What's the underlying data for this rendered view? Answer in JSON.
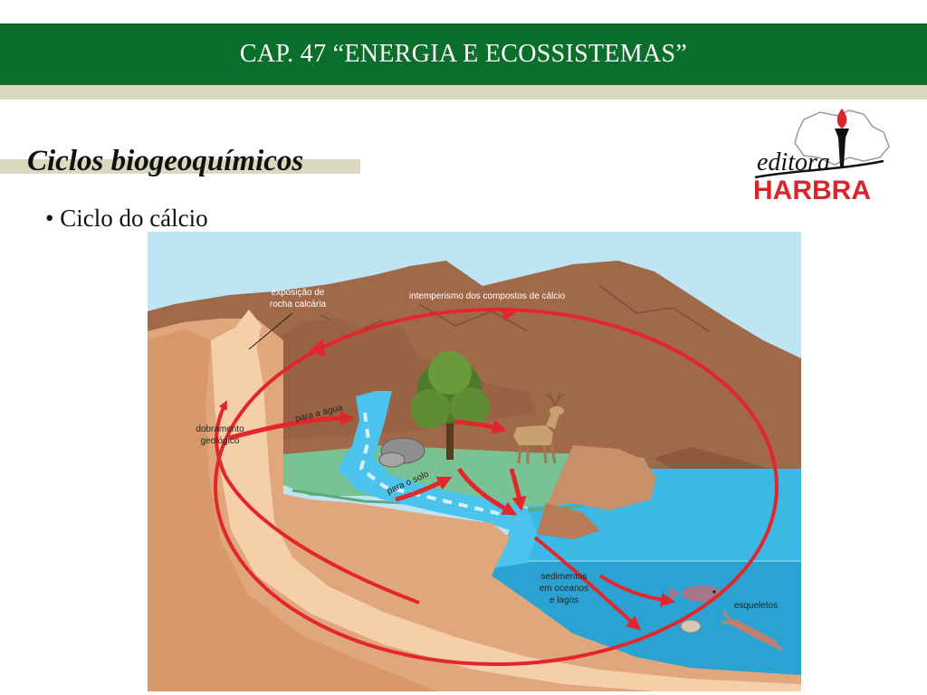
{
  "header": {
    "title": "CAP. 47 “ENERGIA E ECOSSISTEMAS”"
  },
  "section": {
    "heading": "Ciclos biogeoquímicos",
    "bullet": "• Ciclo do cálcio"
  },
  "logo": {
    "script_word": "editora",
    "brand": "HARBRA"
  },
  "diagram": {
    "labels": {
      "exposure": [
        "exposição de",
        "rocha calcária"
      ],
      "weathering": "intemperismo dos compostos de cálcio",
      "folding": [
        "dobramento",
        "geológico"
      ],
      "to_water": "para a água",
      "to_soil": "para o solo",
      "sediments": [
        "sedimentos",
        "em oceanos",
        "e lagos"
      ],
      "skeletons": "esqueletos"
    }
  },
  "colors": {
    "banner": "#0c6e2b",
    "band": "#d9d9bf",
    "arrow": "#e3262b",
    "sky": "#bfe4f4",
    "water": "#3bb8e4",
    "mountain": "#a0694a",
    "earth": "#e0a67c"
  }
}
